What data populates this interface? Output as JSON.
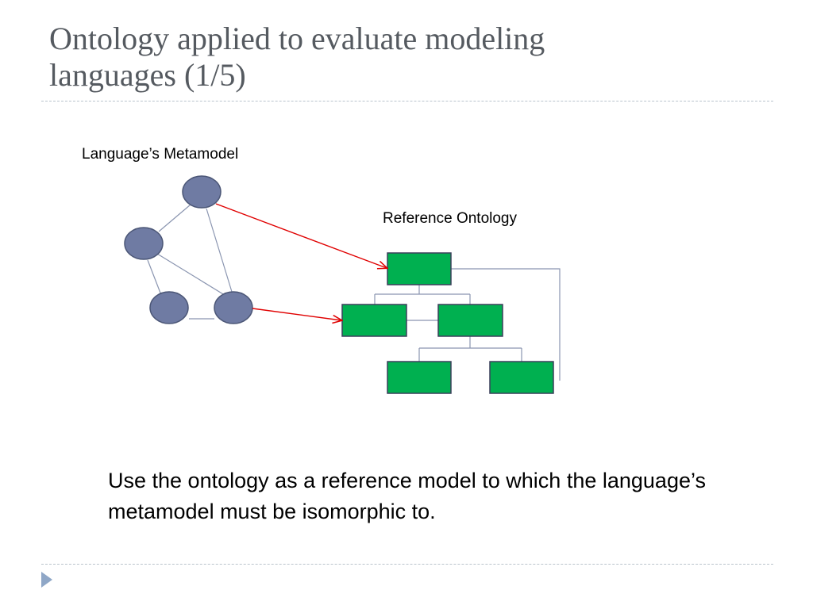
{
  "slide": {
    "title_line1": "Ontology applied to evaluate modeling",
    "title_line2": "languages (1/5)",
    "body": "Use the ontology as a reference model to which the language’s metamodel must be isomorphic to."
  },
  "diagram": {
    "metamodel_label": "Language’s Metamodel",
    "ontology_label": "Reference Ontology",
    "colors": {
      "node_fill": "#6f7ba3",
      "node_stroke": "#4b5676",
      "class_fill": "#00b050",
      "class_stroke": "#3a3f5a",
      "edge": "#8a95b0",
      "mapping_arrow": "#e00000",
      "bullet": "#8fa7c7"
    }
  }
}
